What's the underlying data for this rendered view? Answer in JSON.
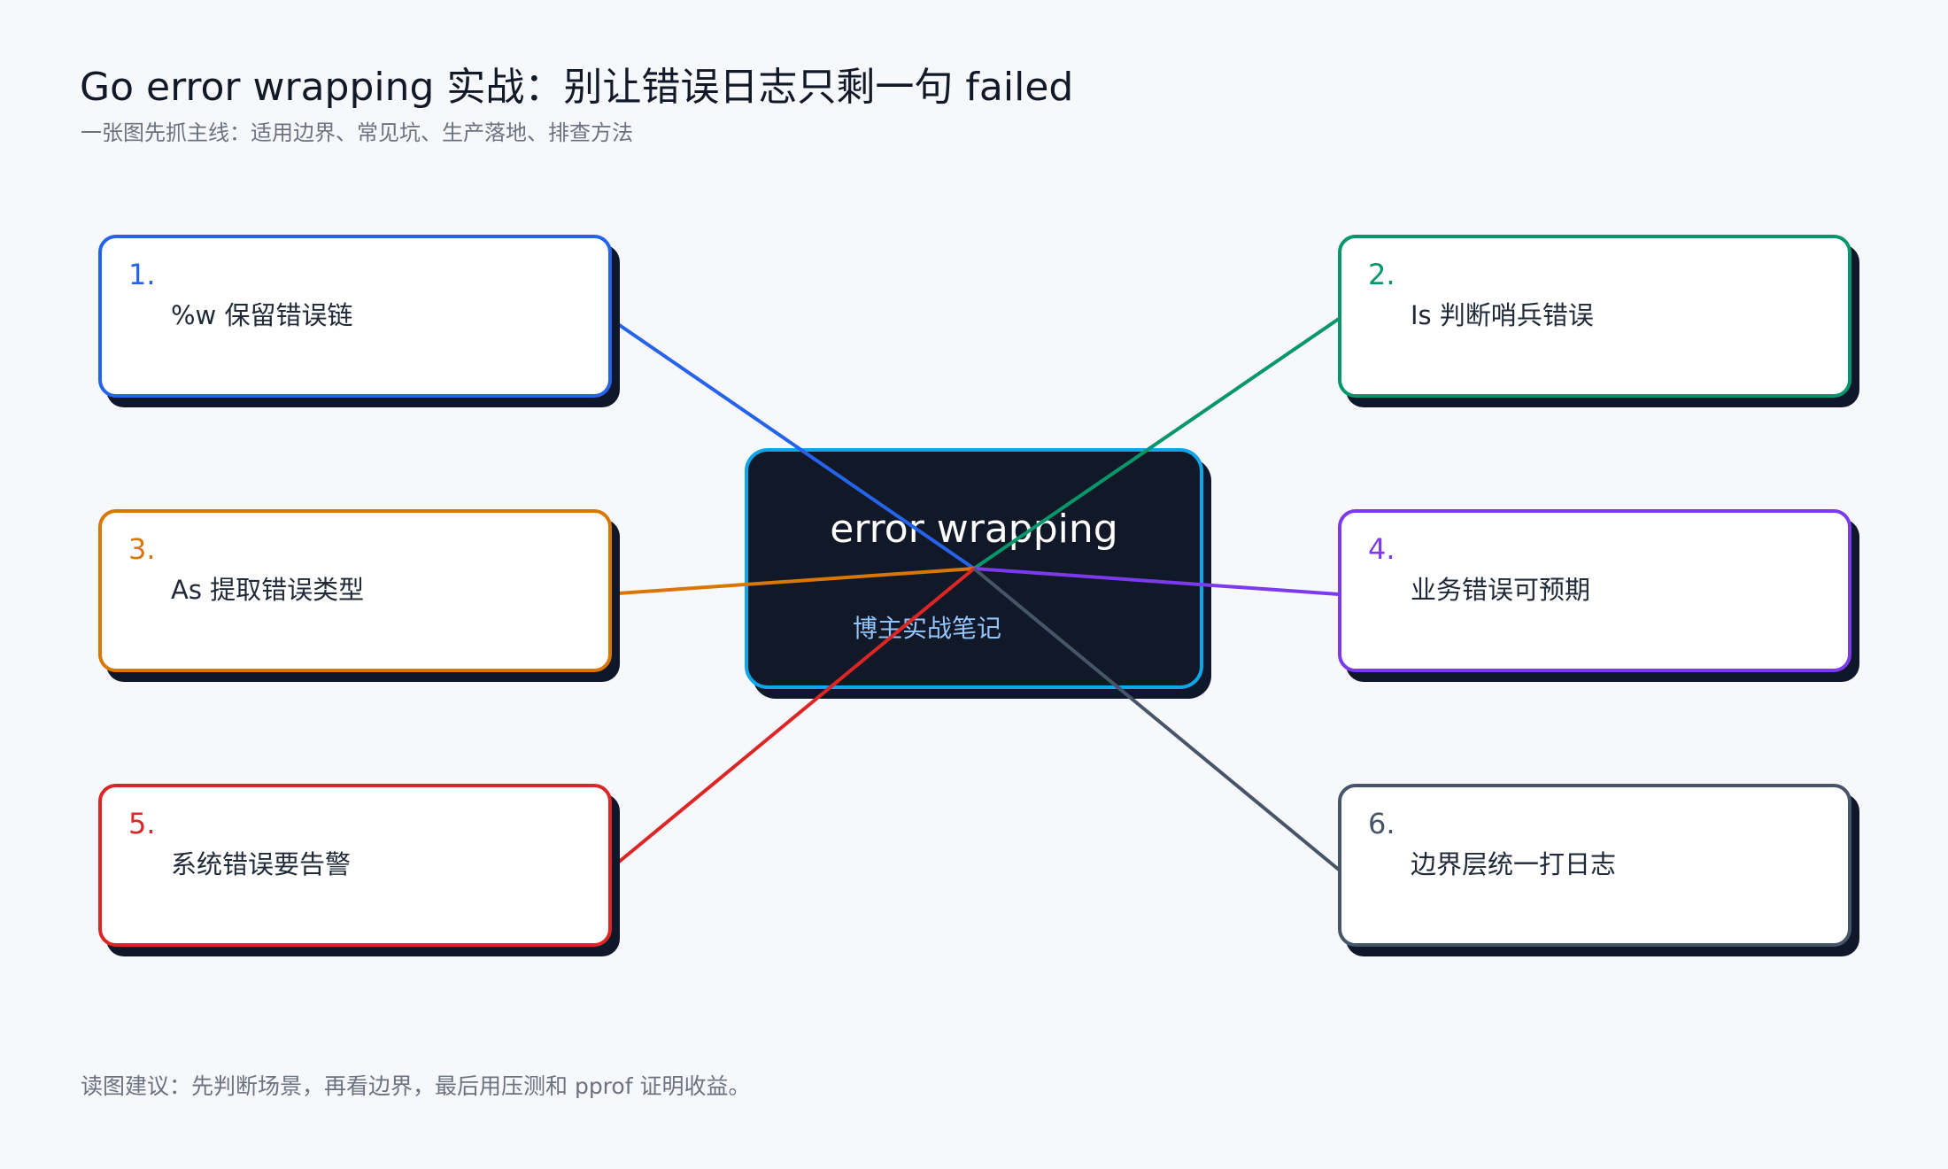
{
  "header": {
    "title": "Go error wrapping 实战：别让错误日志只剩一句 failed",
    "subtitle": "一张图先抓主线：适用边界、常见坑、生产落地、排查方法"
  },
  "center": {
    "title": "error wrapping",
    "subtitle": "博主实战笔记",
    "border_color": "#0ea5e9",
    "background": "#111827"
  },
  "nodes": [
    {
      "num": "1.",
      "label": "%w 保留错误链",
      "color": "#2563eb"
    },
    {
      "num": "2.",
      "label": "Is 判断哨兵错误",
      "color": "#059669"
    },
    {
      "num": "3.",
      "label": "As 提取错误类型",
      "color": "#d97706"
    },
    {
      "num": "4.",
      "label": "业务错误可预期",
      "color": "#7c3aed"
    },
    {
      "num": "5.",
      "label": "系统错误要告警",
      "color": "#dc2626"
    },
    {
      "num": "6.",
      "label": "边界层统一打日志",
      "color": "#475569"
    }
  ],
  "footer": {
    "note": "读图建议：先判断场景，再看边界，最后用压测和 pprof 证明收益。"
  }
}
